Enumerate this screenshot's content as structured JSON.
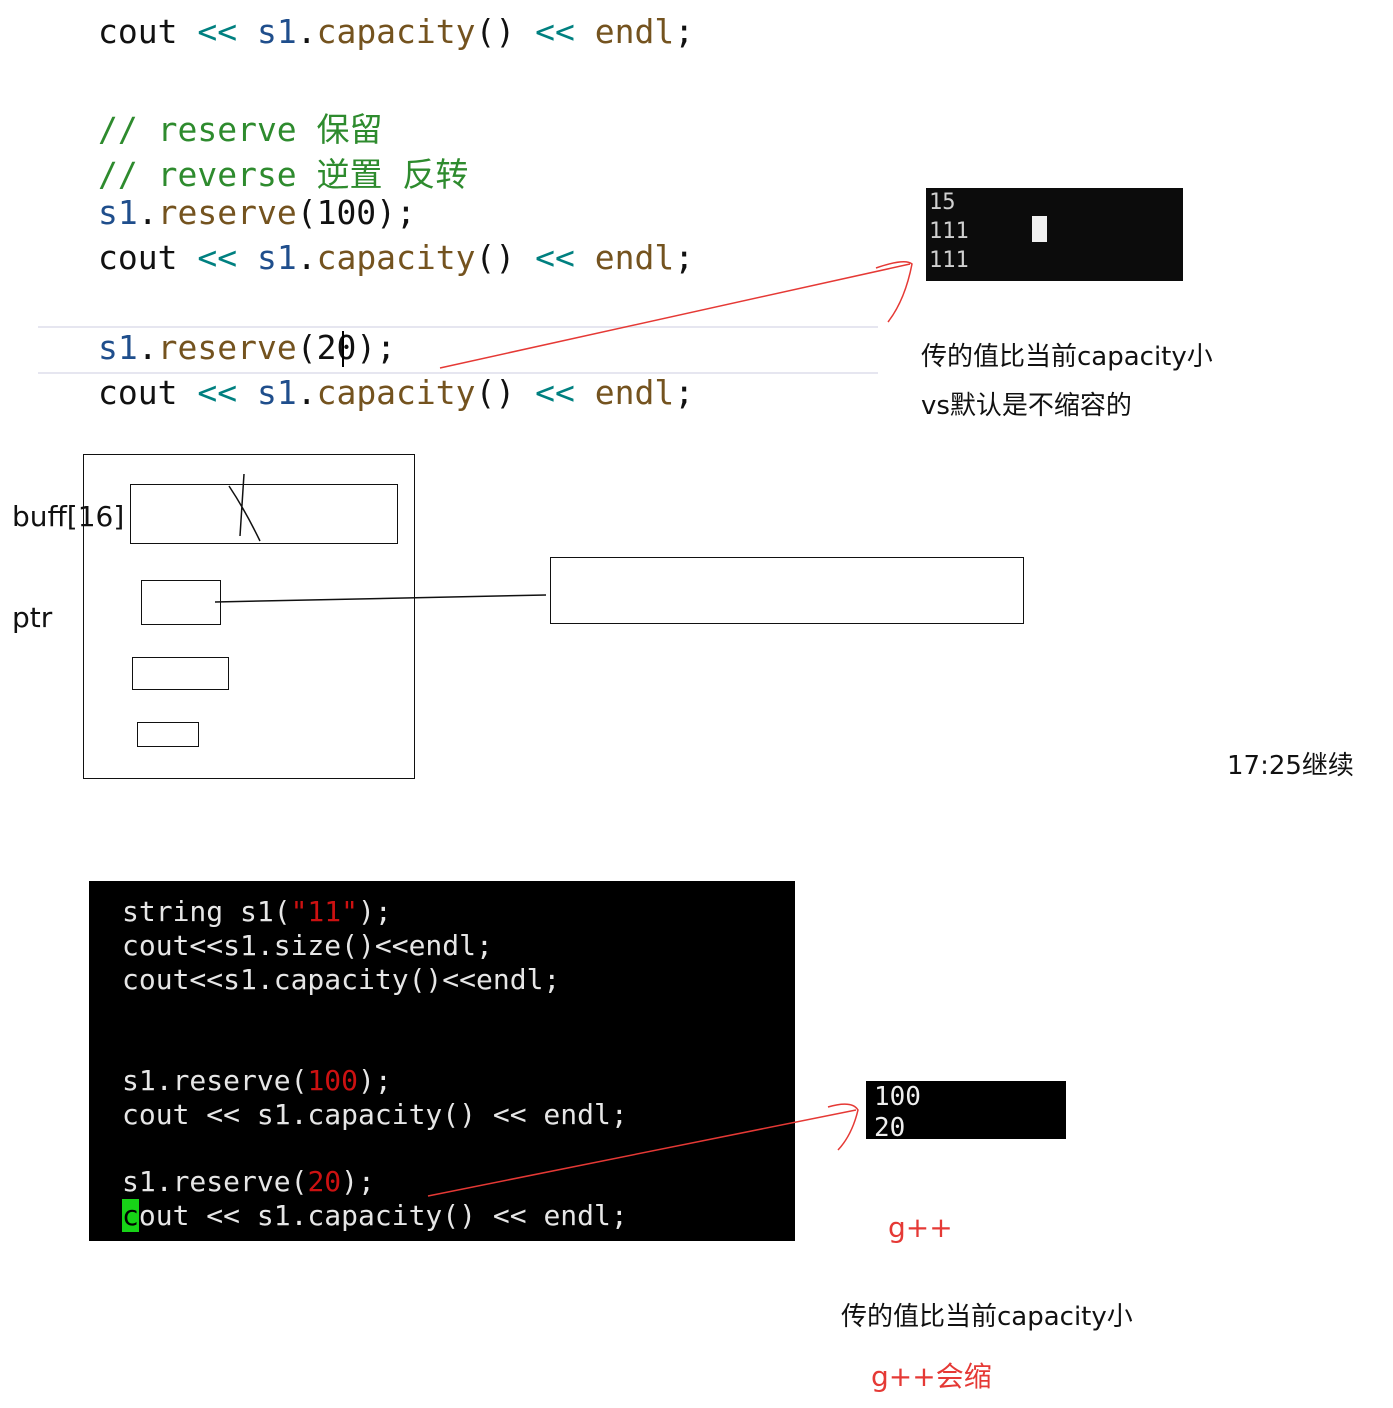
{
  "editor": {
    "lines": [
      {
        "tokens": [
          {
            "t": "cout ",
            "c": "plain"
          },
          {
            "t": "<< ",
            "c": "op"
          },
          {
            "t": "s1",
            "c": "var"
          },
          {
            "t": ".",
            "c": "plain"
          },
          {
            "t": "capacity",
            "c": "fn"
          },
          {
            "t": "() ",
            "c": "plain"
          },
          {
            "t": "<< ",
            "c": "op"
          },
          {
            "t": "endl",
            "c": "fn"
          },
          {
            "t": ";",
            "c": "plain"
          }
        ]
      },
      {
        "tokens": [
          {
            "t": "// reserve 保留",
            "c": "com"
          }
        ]
      },
      {
        "tokens": [
          {
            "t": "// reverse 逆置 反转",
            "c": "com"
          }
        ]
      },
      {
        "tokens": [
          {
            "t": "s1",
            "c": "var"
          },
          {
            "t": ".",
            "c": "plain"
          },
          {
            "t": "reserve",
            "c": "fn"
          },
          {
            "t": "(100);",
            "c": "plain"
          }
        ]
      },
      {
        "tokens": [
          {
            "t": "cout ",
            "c": "plain"
          },
          {
            "t": "<< ",
            "c": "op"
          },
          {
            "t": "s1",
            "c": "var"
          },
          {
            "t": ".",
            "c": "plain"
          },
          {
            "t": "capacity",
            "c": "fn"
          },
          {
            "t": "() ",
            "c": "plain"
          },
          {
            "t": "<< ",
            "c": "op"
          },
          {
            "t": "endl",
            "c": "fn"
          },
          {
            "t": ";",
            "c": "plain"
          }
        ]
      },
      {
        "tokens": [
          {
            "t": "s1",
            "c": "var"
          },
          {
            "t": ".",
            "c": "plain"
          },
          {
            "t": "reserve",
            "c": "fn"
          },
          {
            "t": "(20);",
            "c": "plain"
          }
        ]
      },
      {
        "tokens": [
          {
            "t": "cout ",
            "c": "plain"
          },
          {
            "t": "<< ",
            "c": "op"
          },
          {
            "t": "s1",
            "c": "var"
          },
          {
            "t": ".",
            "c": "plain"
          },
          {
            "t": "capacity",
            "c": "fn"
          },
          {
            "t": "() ",
            "c": "plain"
          },
          {
            "t": "<< ",
            "c": "op"
          },
          {
            "t": "endl",
            "c": "fn"
          },
          {
            "t": ";",
            "c": "plain"
          }
        ]
      }
    ]
  },
  "vs_output": {
    "lines": [
      "15",
      "111",
      "111"
    ]
  },
  "vs_note": {
    "line1": "传的值比当前capacity小",
    "line2": "vs默认是不缩容的"
  },
  "diagram": {
    "label_buff": "buff[16]",
    "label_ptr": "ptr"
  },
  "timestamp_note": "17:25继续",
  "gpp_code": {
    "lines": [
      {
        "tokens": [
          {
            "t": "string s1(",
            "c": "plain"
          },
          {
            "t": "\"11\"",
            "c": "red"
          },
          {
            "t": ");",
            "c": "plain"
          }
        ]
      },
      {
        "tokens": [
          {
            "t": "cout<<s1.size()<<endl;",
            "c": "plain"
          }
        ]
      },
      {
        "tokens": [
          {
            "t": "cout<<s1.capacity()<<endl;",
            "c": "plain"
          }
        ]
      },
      {
        "tokens": [
          {
            "t": "s1.reserve(",
            "c": "plain"
          },
          {
            "t": "100",
            "c": "red"
          },
          {
            "t": ");",
            "c": "plain"
          }
        ]
      },
      {
        "tokens": [
          {
            "t": "cout << s1.capacity() << endl;",
            "c": "plain"
          }
        ]
      },
      {
        "tokens": [
          {
            "t": "s1.reserve(",
            "c": "plain"
          },
          {
            "t": "20",
            "c": "red"
          },
          {
            "t": ");",
            "c": "plain"
          }
        ]
      },
      {
        "tokens": [
          {
            "t": "c",
            "c": "cursor"
          },
          {
            "t": "out << s1.capacity() << endl;",
            "c": "plain"
          }
        ]
      }
    ]
  },
  "gpp_output": {
    "lines": [
      "100",
      "20"
    ]
  },
  "gpp_label": "g++",
  "gpp_note": {
    "line1": "传的值比当前capacity小",
    "line2": "g++会缩"
  },
  "colors": {
    "comment": "#2e8b2e",
    "variable": "#1f4e8c",
    "function": "#74531f",
    "operator": "#008080",
    "annotation_red": "#e53935",
    "terminal_bg": "#000000",
    "terminal_cursor": "#17d317"
  }
}
